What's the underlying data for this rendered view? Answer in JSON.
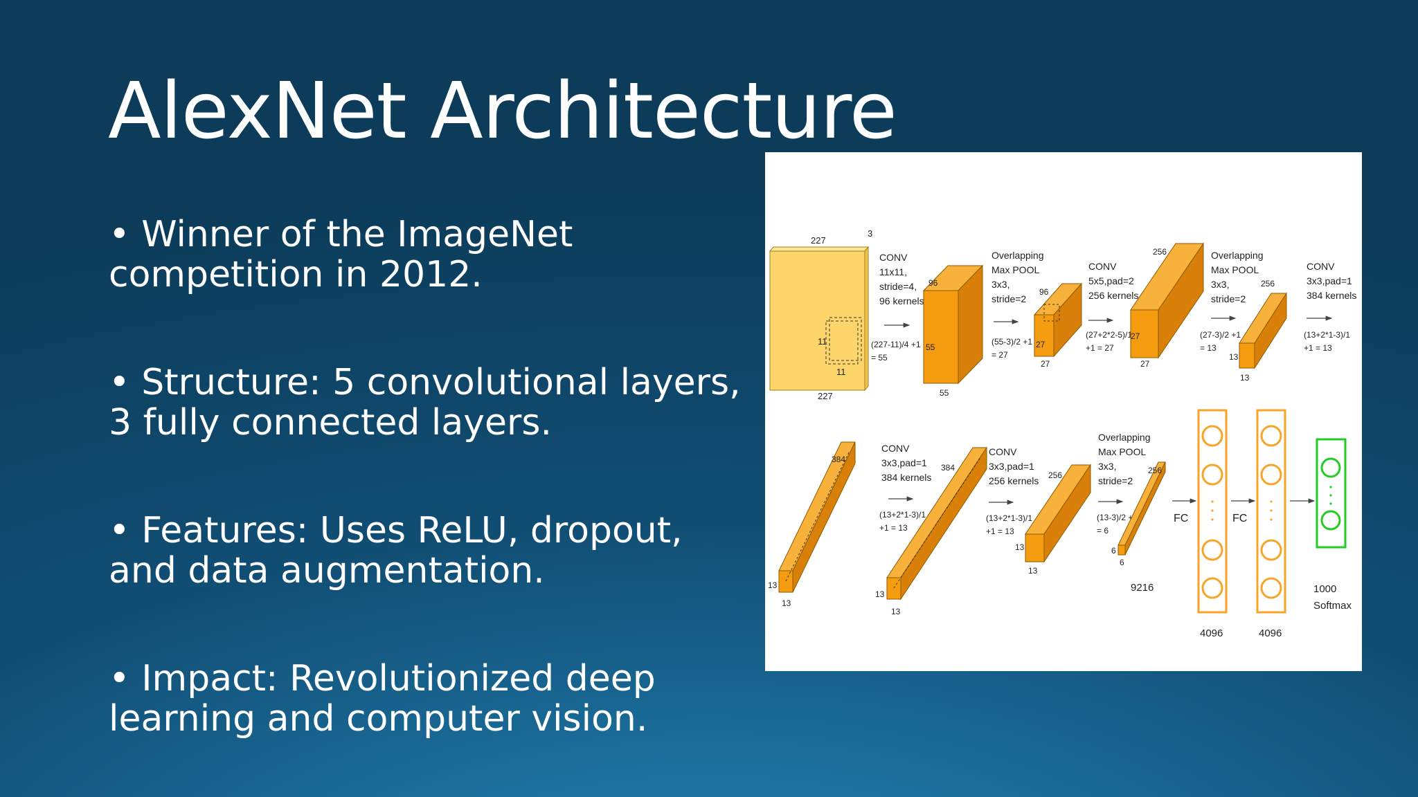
{
  "slide": {
    "title": "AlexNet Architecture",
    "bullets": [
      "• Winner of the ImageNet competition in 2012.",
      "• Structure: 5 convolutional layers, 3 fully connected layers.",
      "• Features: Uses ReLU, dropout, and data augmentation.",
      "• Impact: Revolutionized deep learning and computer vision."
    ]
  },
  "diagram": {
    "colors": {
      "input": "#fdd56a",
      "block": "#f59c10",
      "block_dark": "#d9800a",
      "fc": "#f7a428",
      "softmax": "#22cc22"
    },
    "row1": {
      "input": {
        "width": "227",
        "height": "227",
        "depth": "3",
        "kernel_h": "11",
        "kernel_w": "11"
      },
      "step1": {
        "lines": [
          "CONV",
          "11x11,",
          "stride=4,",
          "96 kernels"
        ],
        "formula": [
          "(227-11)/4 +1",
          "= 55"
        ]
      },
      "block1": {
        "depth": "96",
        "height": "55",
        "width": "55"
      },
      "step2": {
        "lines": [
          "Overlapping",
          "Max POOL",
          "3x3,",
          "stride=2"
        ],
        "formula": [
          "(55-3)/2 +1",
          "= 27"
        ]
      },
      "block2": {
        "depth": "96",
        "height": "27",
        "width": "27"
      },
      "step3": {
        "lines": [
          "CONV",
          "5x5,pad=2",
          "256 kernels"
        ],
        "formula": [
          "(27+2*2-5)/1",
          "+1  = 27"
        ]
      },
      "block3": {
        "depth": "256",
        "height": "27",
        "width": "27"
      },
      "step4": {
        "lines": [
          "Overlapping",
          "Max POOL",
          "3x3,",
          "stride=2"
        ],
        "formula": [
          "(27-3)/2 +1",
          "= 13"
        ]
      },
      "block4": {
        "depth": "256",
        "height": "13",
        "width": "13"
      },
      "step5": {
        "lines": [
          "CONV",
          "3x3,pad=1",
          "384 kernels"
        ],
        "formula": [
          "(13+2*1-3)/1",
          "+1  = 13"
        ]
      }
    },
    "row2": {
      "block5": {
        "depth": "384",
        "height": "13",
        "width": "13"
      },
      "step6": {
        "lines": [
          "CONV",
          "3x3,pad=1",
          "384 kernels"
        ],
        "formula": [
          "(13+2*1-3)/1",
          "+1  = 13"
        ]
      },
      "block6": {
        "depth": "384",
        "height": "13",
        "width": "13"
      },
      "step7": {
        "lines": [
          "CONV",
          "3x3,pad=1",
          "256 kernels"
        ],
        "formula": [
          "(13+2*1-3)/1",
          "+1  = 13"
        ]
      },
      "block7": {
        "depth": "256",
        "height": "13",
        "width": "13"
      },
      "step8": {
        "lines": [
          "Overlapping",
          "Max POOL",
          "3x3,",
          "stride=2"
        ],
        "formula": [
          "(13-3)/2 +1",
          "= 6"
        ]
      },
      "block8": {
        "depth": "256",
        "height": "6",
        "width": "6"
      },
      "flatten": "9216",
      "fc_label": "FC",
      "fc1": "4096",
      "fc2": "4096",
      "output": [
        "1000",
        "Softmax"
      ]
    }
  }
}
